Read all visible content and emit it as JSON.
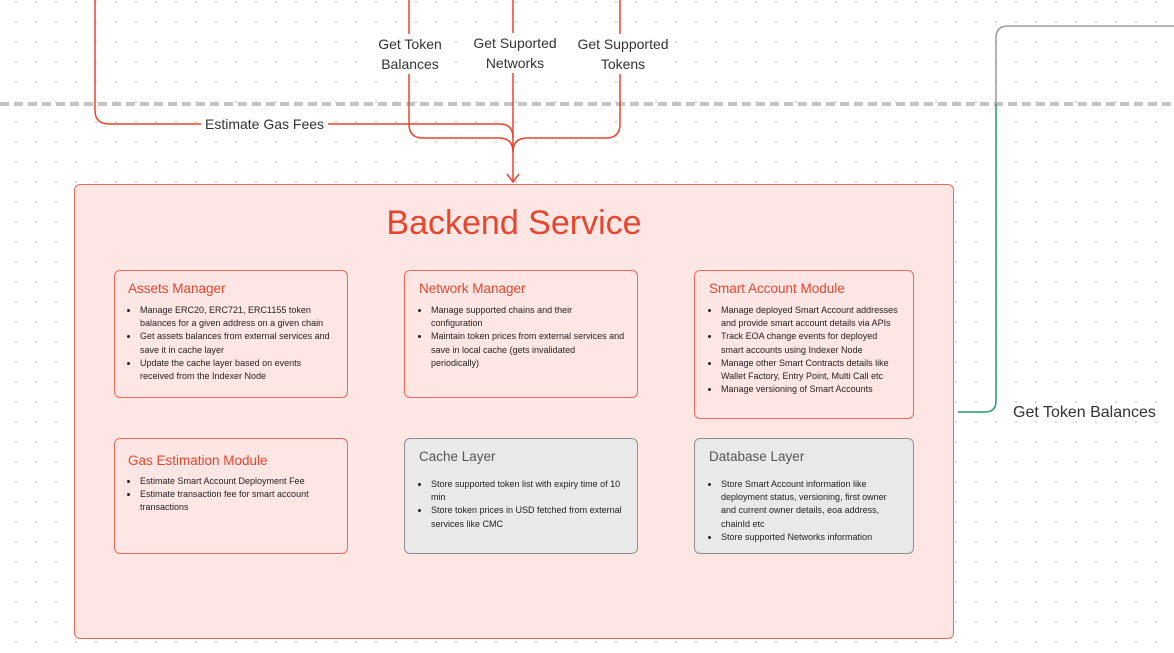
{
  "edges": {
    "get_token_balances": "Get Token\nBalances",
    "get_suported_networks": "Get Suported\nNetworks",
    "get_supported_tokens": "Get Supported\nTokens",
    "estimate_gas_fees": "Estimate Gas Fees",
    "get_token_balances_right": "Get Token Balances"
  },
  "backend": {
    "title": "Backend Service",
    "modules": [
      {
        "title": "Assets Manager",
        "style": "red",
        "items": [
          "Manage ERC20, ERC721, ERC1155 token balances for a given address on a given chain",
          "Get assets balances from external services and save it in cache layer",
          "Update the cache layer based on events received from the Indexer Node"
        ]
      },
      {
        "title": "Network Manager",
        "style": "red",
        "items": [
          "Manage supported chains and their configuration",
          "Maintain token prices from external services and save in local cache (gets invalidated periodically)"
        ]
      },
      {
        "title": "Smart Account Module",
        "style": "red",
        "items": [
          "Manage deployed Smart Account addresses and provide smart account details via APIs",
          "Track EOA change events for deployed smart accounts using Indexer Node",
          "Manage other Smart Contracts details like Wallet Factory, Entry Point, Multi Call etc",
          "Manage versioning of Smart Accounts"
        ]
      },
      {
        "title": "Gas Estimation Module",
        "style": "red",
        "items": [
          "Estimate Smart Account Deployment Fee",
          "Estimate transaction fee for smart account transactions"
        ]
      },
      {
        "title": "Cache Layer",
        "style": "gray",
        "items": [
          "Store supported token list with expiry time of 10 min",
          "Store token prices in USD fetched from external services like CMC"
        ]
      },
      {
        "title": "Database Layer",
        "style": "gray",
        "items": [
          "Store Smart Account information like deployment status, versioning, first owner and current owner details, eoa address, chainId etc",
          "Store supported Networks information"
        ]
      }
    ]
  },
  "colors": {
    "accent_red": "#e8452f",
    "connector_green": "#1f9d6b",
    "connector_gray": "#9a9a9a",
    "boundary_dash": "#c4c4c4"
  }
}
